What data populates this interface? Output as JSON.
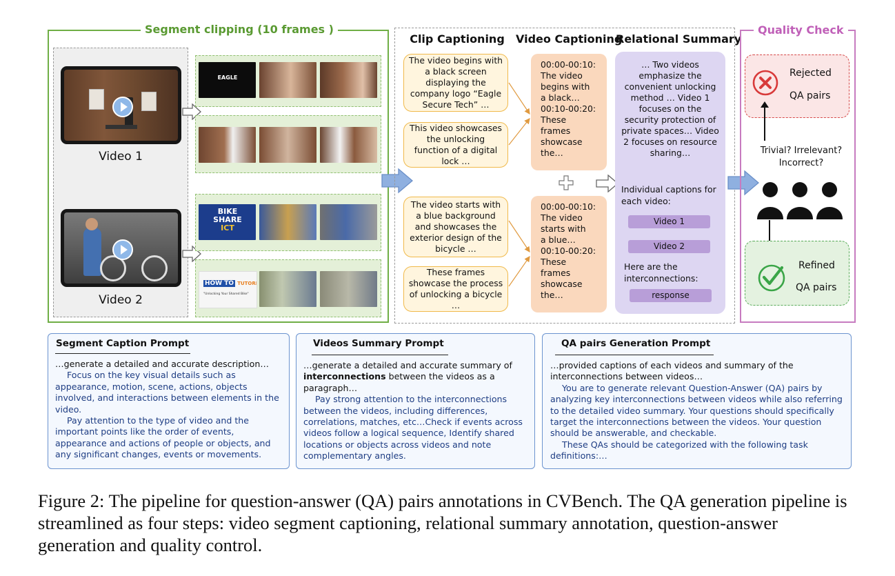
{
  "section_titles": {
    "segment": "Segment clipping (10 frames )",
    "clip": "Clip Captioning",
    "video": "Video Captioning",
    "relational": "Relational Summary",
    "quality": "Quality Check"
  },
  "videos": [
    {
      "label": "Video 1"
    },
    {
      "label": "Video 2"
    }
  ],
  "thumb_texts": {
    "eagle": "EAGLE",
    "bike1": "BIKE",
    "bike2": "SHARE",
    "bike3": "ICT",
    "howto1": "HOW TO",
    "howto2": "TUTORIAL",
    "howto_sub": "\"Unlocking Your Shared Bike\""
  },
  "clip_captions": [
    "The video begins with a black screen displaying the company logo “Eagle Secure Tech” …",
    "This video showcases the unlocking function of a digital lock …",
    "The video starts with a blue background and showcases the exterior design of the bicycle …",
    "These frames showcase the process of unlocking a bicycle …"
  ],
  "video_captions": [
    "00:00-00:10:\nThe video\nbegins with\na black…\n00:10-00:20:\nThese\nframes\nshowcase\nthe…",
    "00:00-00:10:\nThe video\nstarts with\na blue…\n00:10-00:20:\nThese\nframes\nshowcase\nthe…"
  ],
  "relational": {
    "summary": "… Two videos emphasize the convenient unlocking method … Video 1 focuses on the security protection of private spaces… Video 2 focuses on resource sharing…",
    "individual_label": "Individual captions for each video:",
    "pill_video1": "Video 1",
    "pill_video2": "Video 2",
    "interconnections_label": "Here are the interconnections:",
    "pill_response": "response"
  },
  "quality": {
    "rejected_line1": "Rejected",
    "rejected_line2": "QA pairs",
    "question": "Trivial? Irrelevant? Incorrect?",
    "refined_line1": "Refined",
    "refined_line2": "QA pairs"
  },
  "prompts": {
    "segment": {
      "title": "Segment Caption Prompt",
      "intro": "…generate a detailed and accurate description…",
      "p1": "Focus on the key visual details such as appearance, motion, scene, actions, objects involved, and interactions between elements in the video.",
      "p2": "Pay attention to the type of video and the important points like the order of events, appearance and actions of people or objects, and any significant changes, events or movements."
    },
    "summary": {
      "title": "Videos Summary Prompt",
      "intro_a": "…generate a detailed and accurate summary of",
      "intro_bold": "interconnections",
      "intro_b": "between the videos as a paragraph…",
      "p1": "Pay strong attention to the interconnections between the videos, including differences, correlations, matches, etc…Check if events across videos follow a logical sequence, Identify shared locations or objects across videos and note complementary angles."
    },
    "qa": {
      "title": "QA pairs Generation Prompt",
      "intro": "…provided captions of each videos and summary of the interconnections between videos…",
      "p1": "You are to generate relevant Question-Answer (QA) pairs by analyzing key interconnections between videos while also referring to the detailed video summary. Your questions should specifically target the interconnections between the videos. Your question should be answerable, and checkable.",
      "p2": "These QAs should be categorized with the following task definitions:…"
    }
  },
  "caption": "Figure 2: The pipeline for question-answer (QA) pairs annotations in CVBench. The QA generation pipeline is streamlined as four steps: video segment captioning, relational summary annotation, question-answer generation and quality control.",
  "colors": {
    "segment_border": "#6fae45",
    "segment_title": "#5a9a32",
    "quality_border": "#c77bc0",
    "quality_title": "#c060b8",
    "arrow_fill": "#8fb0e0",
    "rejected_red": "#d83a3a",
    "refined_green": "#3aa547",
    "prompt_text": "#1e3d83"
  }
}
